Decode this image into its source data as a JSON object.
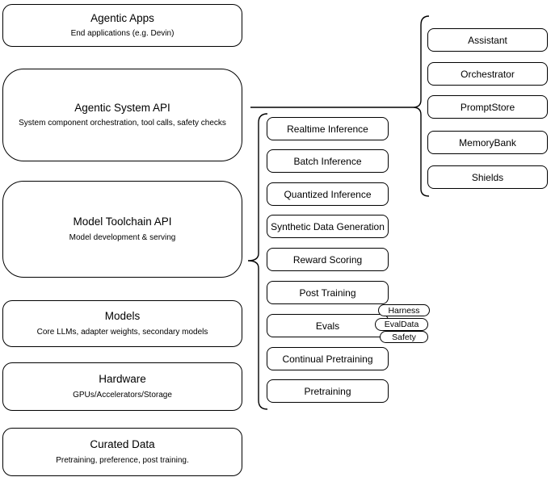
{
  "diagram": {
    "layers": [
      {
        "title": "Agentic Apps",
        "subtitle": "End applications (e.g. Devin)"
      },
      {
        "title": "Agentic System API",
        "subtitle": "System component orchestration, tool calls, safety checks"
      },
      {
        "title": "Model Toolchain API",
        "subtitle": "Model development & serving"
      },
      {
        "title": "Models",
        "subtitle": "Core LLMs, adapter weights, secondary models"
      },
      {
        "title": "Hardware",
        "subtitle": "GPUs/Accelerators/Storage"
      },
      {
        "title": "Curated Data",
        "subtitle": "Pretraining, preference, post training."
      }
    ],
    "toolchain_services": [
      {
        "label": "Realtime Inference"
      },
      {
        "label": "Batch Inference"
      },
      {
        "label": "Quantized Inference"
      },
      {
        "label": "Synthetic Data Generation"
      },
      {
        "label": "Reward Scoring"
      },
      {
        "label": "Post Training"
      },
      {
        "label": "Evals"
      },
      {
        "label": "Continual Pretraining"
      },
      {
        "label": "Pretraining"
      }
    ],
    "eval_tags": [
      {
        "label": "Harness"
      },
      {
        "label": "EvalData"
      },
      {
        "label": "Safety"
      }
    ],
    "system_components": [
      {
        "label": "Assistant"
      },
      {
        "label": "Orchestrator"
      },
      {
        "label": "PromptStore"
      },
      {
        "label": "MemoryBank"
      },
      {
        "label": "Shields"
      }
    ],
    "colors": {
      "stroke": "#000000",
      "fill": "#ffffff",
      "text": "#000000"
    }
  }
}
